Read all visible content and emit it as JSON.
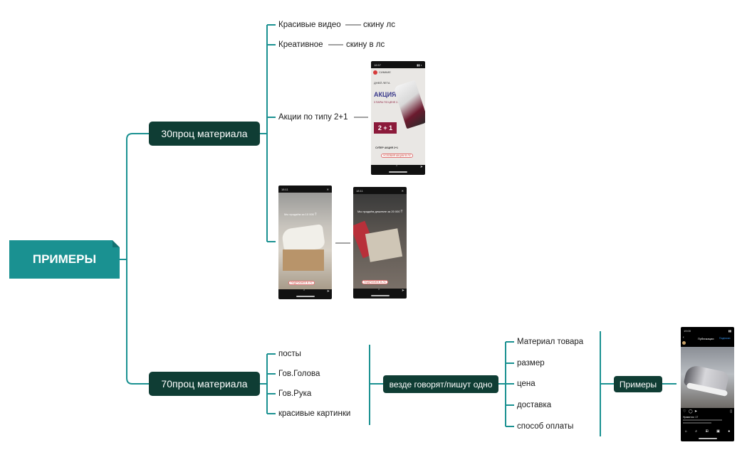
{
  "root": {
    "label": "ПРИМЕРЫ"
  },
  "branch30": {
    "label": "30проц материала",
    "children": [
      {
        "label": "Красивые видео",
        "sub": "скину лс"
      },
      {
        "label": "Креативное",
        "sub": "скину в лс"
      },
      {
        "label": "Акции по типу 2+1"
      }
    ]
  },
  "promo": {
    "time": "18:57",
    "brand": "СИМКИЕ",
    "tagline": "ДНЕЙ ЛЕТА",
    "headline": "АКЦИЯ",
    "subline": "3 ПАРЫ ПО ЦЕНЕ 2-УХ",
    "offer": "2 + 1",
    "footer": "СУПЕР АКЦИЯ 2+1",
    "button": "УСЛОВИЯ АКЦИИ В ЛС"
  },
  "story1": {
    "time": "18:11",
    "caption": "Мы продаём за 10 000 ₸",
    "button": "ПОДРОБНЕЕ В ЛС"
  },
  "story2": {
    "time": "18:11",
    "caption": "Мы продаём дешевле за 20 000 ₸",
    "button": "ПОДРОБНЕЕ В ЛС"
  },
  "branch70": {
    "label": "70проц материала",
    "items": [
      "посты",
      "Гов.Голова",
      "Гов.Рука",
      "красивые картинки"
    ]
  },
  "same": {
    "label": "везде говорят/пишут одно",
    "items": [
      "Материал товара",
      "размер",
      "цена",
      "доставка",
      "способ оплаты"
    ]
  },
  "examples": {
    "label": "Примеры"
  },
  "post": {
    "time": "19:00",
    "title": "Публикации",
    "action": "Подписки",
    "likes": "Нравится: 17"
  },
  "colors": {
    "teal": "#1a9191",
    "dark": "#0f3d34",
    "line": "#1a9191"
  }
}
